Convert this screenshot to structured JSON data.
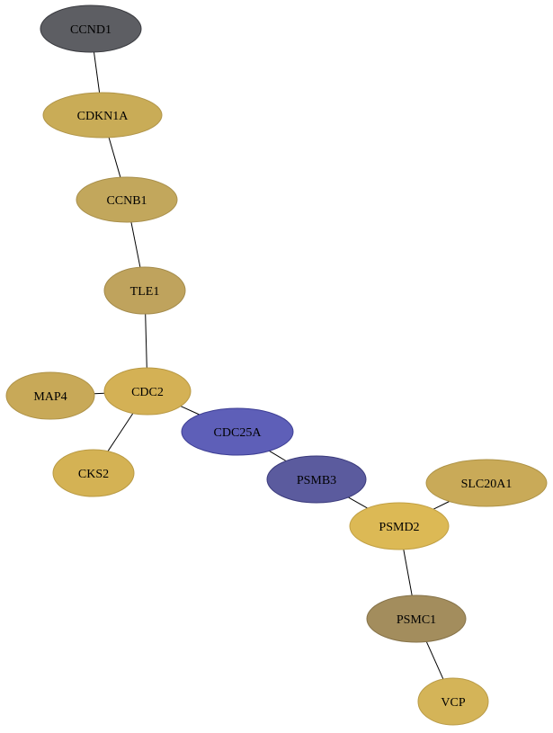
{
  "nodes": [
    {
      "id": "CCND1",
      "label": "CCND1",
      "color": "#5d5e63",
      "stroke": "#3a3b40"
    },
    {
      "id": "CDKN1A",
      "label": "CDKN1A",
      "color": "#c9ac57",
      "stroke": "#b09448"
    },
    {
      "id": "CCNB1",
      "label": "CCNB1",
      "color": "#c2a75c",
      "stroke": "#a88f4b"
    },
    {
      "id": "TLE1",
      "label": "TLE1",
      "color": "#bfa35d",
      "stroke": "#a48b4b"
    },
    {
      "id": "CDC2",
      "label": "CDC2",
      "color": "#d4b155",
      "stroke": "#b89843"
    },
    {
      "id": "MAP4",
      "label": "MAP4",
      "color": "#c8a958",
      "stroke": "#ae9247"
    },
    {
      "id": "CKS2",
      "label": "CKS2",
      "color": "#d4b254",
      "stroke": "#b99a44"
    },
    {
      "id": "CDC25A",
      "label": "CDC25A",
      "color": "#5e5fb8",
      "stroke": "#3d3e94"
    },
    {
      "id": "PSMB3",
      "label": "PSMB3",
      "color": "#5b5b9e",
      "stroke": "#3b3b7c"
    },
    {
      "id": "SLC20A1",
      "label": "SLC20A1",
      "color": "#c9aa58",
      "stroke": "#ae9347"
    },
    {
      "id": "PSMD2",
      "label": "PSMD2",
      "color": "#dcb955",
      "stroke": "#c1a044"
    },
    {
      "id": "PSMC1",
      "label": "PSMC1",
      "color": "#a38d5d",
      "stroke": "#86734a"
    },
    {
      "id": "VCP",
      "label": "VCP",
      "color": "#d4b458",
      "stroke": "#b99b47"
    }
  ],
  "edges": [
    [
      "CCND1",
      "CDKN1A"
    ],
    [
      "CDKN1A",
      "CCNB1"
    ],
    [
      "CCNB1",
      "TLE1"
    ],
    [
      "TLE1",
      "CDC2"
    ],
    [
      "MAP4",
      "CDC2"
    ],
    [
      "CDC2",
      "CKS2"
    ],
    [
      "CDC2",
      "CDC25A"
    ],
    [
      "CDC25A",
      "PSMB3"
    ],
    [
      "PSMB3",
      "PSMD2"
    ],
    [
      "SLC20A1",
      "PSMD2"
    ],
    [
      "PSMD2",
      "PSMC1"
    ],
    [
      "PSMC1",
      "VCP"
    ]
  ]
}
